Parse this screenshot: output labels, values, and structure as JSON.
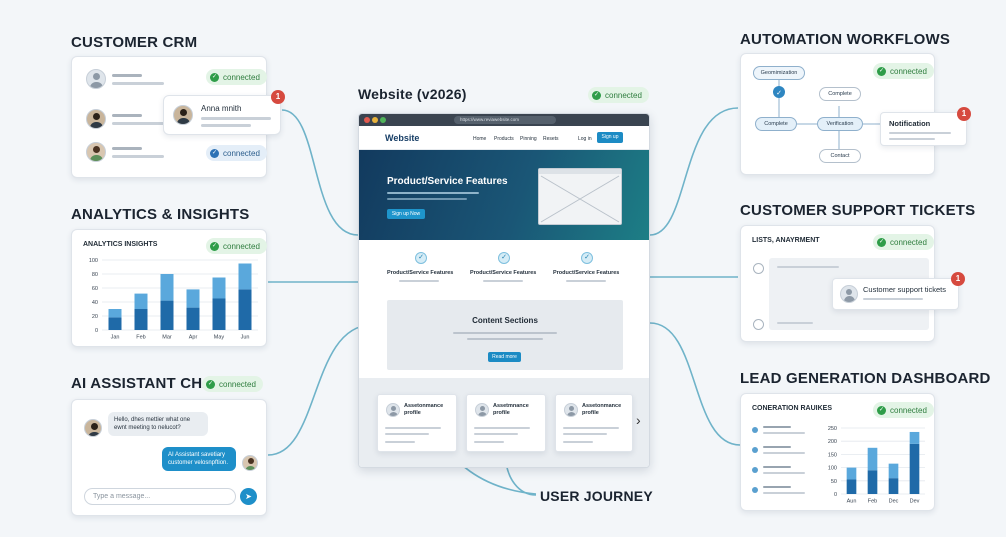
{
  "status_connected": "connected",
  "crm": {
    "title": "CUSTOMER CRM",
    "popup_name": "Anna mnith",
    "popup_badge": "1"
  },
  "analytics": {
    "title": "ANALYTICS & INSIGHTS",
    "card_title": "ANALYTICS INSIGHTS"
  },
  "chat": {
    "title": "AI ASSISTANT CHAT",
    "msg_in": "Hello, dhes mettier what one ewnt meeting to nelucot?",
    "msg_out": "AI Assistant savetiary customer velosnpftion.",
    "input_placeholder": "Type a message..."
  },
  "website": {
    "title": "Website (v2026)",
    "url": "https://www.reviawebsite.com",
    "logo": "Website",
    "nav": [
      "Home",
      "Products",
      "Pinning",
      "Resets",
      "Log in"
    ],
    "signup": "Sign up",
    "hero_title": "Product/Service Features",
    "hero_button": "Sign up Now",
    "features": [
      "Product/Service Features",
      "Product/Service Features",
      "Product/Service Features"
    ],
    "content_title": "Content Sections",
    "content_button": "Read more",
    "profiles": [
      "Assetonmance profile",
      "Assetmnance profile",
      "Assetonmance profile"
    ],
    "next_arrow": "›"
  },
  "journey": {
    "label": "USER JOURNEY"
  },
  "automation": {
    "title": "AUTOMATION WORKFLOWS",
    "nodes": {
      "start": "Geomimization",
      "complete_top": "Complete",
      "complete_left": "Complete",
      "verification": "Verification",
      "contact": "Contact",
      "notification": "Notification"
    },
    "notif_badge": "1"
  },
  "support": {
    "title": "CUSTOMER SUPPORT TICKETS",
    "card_title": "LISTS, ANAYRMENT",
    "ticket": "Customer support tickets",
    "notif_badge": "1"
  },
  "lead": {
    "title": "LEAD GENERATION DASHBOARD",
    "card_title": "CONERATION RAUIKES"
  },
  "chart_data": [
    {
      "type": "bar",
      "categories": [
        "Jan",
        "Feb",
        "Mar",
        "Apr",
        "May",
        "Jun"
      ],
      "series": [
        {
          "values": [
            18,
            30,
            42,
            32,
            45,
            58
          ]
        },
        {
          "values": [
            12,
            22,
            38,
            26,
            30,
            37
          ]
        }
      ],
      "stacked": true,
      "yticks": [
        0,
        20,
        40,
        60,
        80,
        100
      ],
      "ylim": [
        0,
        100
      ],
      "grid": true,
      "colors": [
        "#1f6aa8",
        "#5aa8dc"
      ]
    },
    {
      "type": "bar",
      "categories": [
        "Aun",
        "Feb",
        "Dec",
        "Dev"
      ],
      "series": [
        {
          "values": [
            55,
            90,
            60,
            190
          ]
        },
        {
          "values": [
            45,
            85,
            55,
            45
          ]
        }
      ],
      "stacked": true,
      "yticks": [
        0,
        50,
        100,
        150,
        200,
        250
      ],
      "ylim": [
        0,
        250
      ],
      "grid": true,
      "colors": [
        "#1f6aa8",
        "#5aa8dc"
      ]
    }
  ]
}
